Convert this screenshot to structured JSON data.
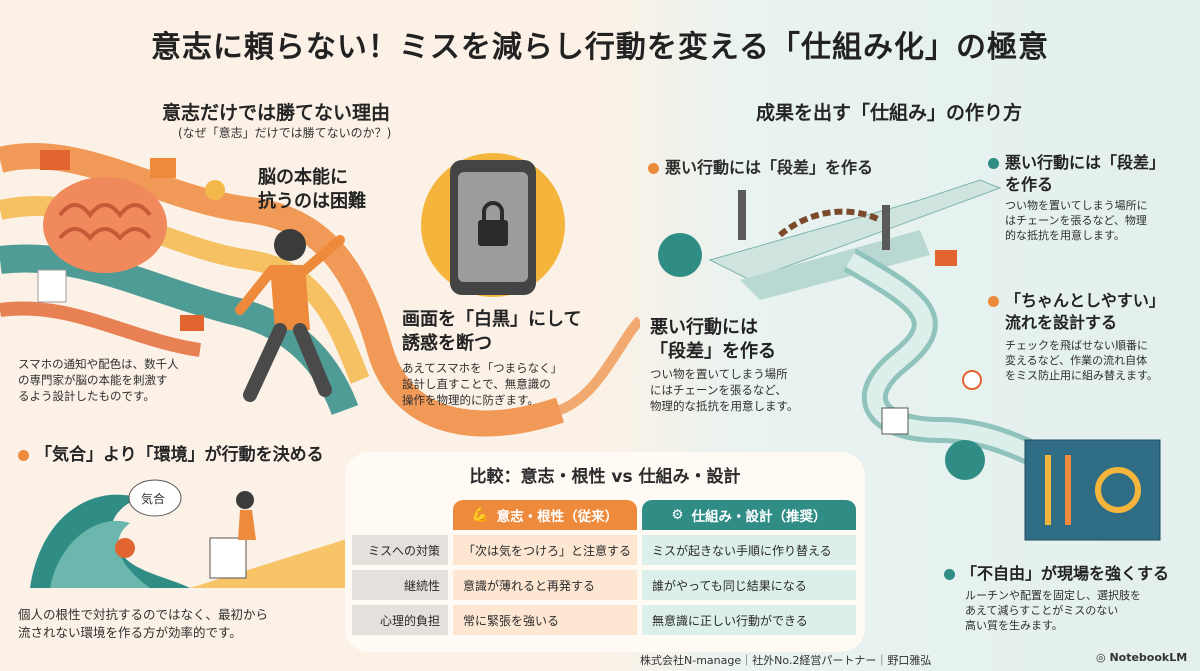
{
  "title": "意志に頼らない！ミスを減らし行動を変える「仕組み化」の極意",
  "left": {
    "section_title": "意志だけでは勝てない理由",
    "section_subtitle": "(なぜ「意志」だけでは勝てないのか？)",
    "brain_heading_1": "脳の本能に",
    "brain_heading_2": "抗うのは困難",
    "phone_heading_1": "画面を「白黒」にして",
    "phone_heading_2": "誘惑を断つ",
    "phone_body_1": "あえてスマホを「つまらなく」",
    "phone_body_2": "設計し直すことで、無意識の",
    "phone_body_3": "操作を物理的に防ぎます。",
    "sns_body_1": "スマホの通知や配色は、数千人",
    "sns_body_2": "の専門家が脳の本能を刺激す",
    "sns_body_3": "るよう設計したものです。",
    "env_heading": "「気合」より「環境」が行動を決める",
    "wave_label": "気合",
    "env_body_1": "個人の根性で対抗するのではなく、最初から",
    "env_body_2": "流されない環境を作る方が効率的です。"
  },
  "right": {
    "section_title": "成果を出す「仕組み」の作り方",
    "step_top": "悪い行動には「段差」を作る",
    "mid_heading_1": "悪い行動には",
    "mid_heading_2": "「段差」を作る",
    "mid_body_1": "つい物を置いてしまう場所",
    "mid_body_2": "にはチェーンを張るなど、",
    "mid_body_3": "物理的な抵抗を用意します。",
    "r1_heading_1": "悪い行動には「段差」",
    "r1_heading_2": "を作る",
    "r1_body_1": "つい物を置いてしまう場所に",
    "r1_body_2": "はチェーンを張るなど、物理",
    "r1_body_3": "的な抵抗を用意します。",
    "r2_heading_1": "「ちゃんとしやすい」",
    "r2_heading_2": "流れを設計する",
    "r2_body_1": "チェックを飛ばせない順番に",
    "r2_body_2": "変えるなど、作業の流れ自体",
    "r2_body_3": "をミス防止用に組み替えます。",
    "r3_heading": "「不自由」が現場を強くする",
    "r3_body_1": "ルーチンや配置を固定し、選択肢を",
    "r3_body_2": "あえて減らすことがミスのない",
    "r3_body_3": "高い質を生みます。"
  },
  "comparison": {
    "title": "比較：意志・根性 vs 仕組み・設計",
    "col_a": "意志・根性（従来）",
    "col_b": "仕組み・設計（推奨）",
    "rows": [
      {
        "label": "ミスへの対策",
        "a": "「次は気をつけろ」と注意する",
        "b": "ミスが起きない手順に作り替える"
      },
      {
        "label": "継続性",
        "a": "意識が薄れると再発する",
        "b": "誰がやっても同じ結果になる"
      },
      {
        "label": "心理的負担",
        "a": "常に緊張を強いる",
        "b": "無意識に正しい行動ができる"
      }
    ]
  },
  "footer": "株式会社N-manage｜社外No.2経営パートナー｜野口雅弘",
  "brand": "NotebookLM",
  "colors": {
    "orange": "#ee8a3c",
    "teal": "#2f8d86",
    "cream": "#fbf1e6",
    "mint": "#e3f0ee"
  }
}
